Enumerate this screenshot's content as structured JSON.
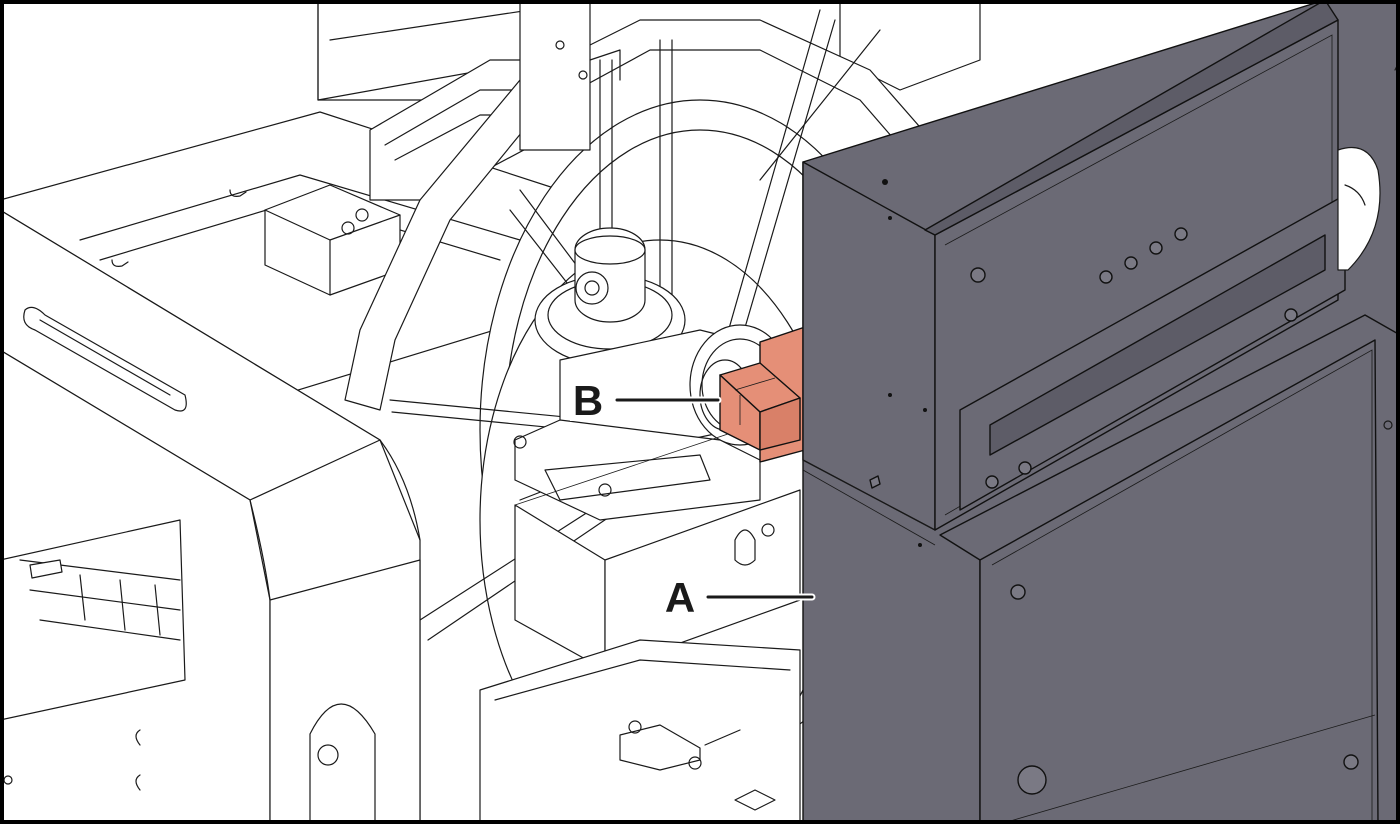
{
  "figure": {
    "colors": {
      "cabinet_fill": "#6b6a75",
      "cabinet_dark": "#5d5c67",
      "highlight_fill": "#e58f77",
      "line": "#1a1a1a",
      "frame": "#000000"
    },
    "callouts": [
      {
        "label": "A",
        "refers_to": "cabinet"
      },
      {
        "label": "B",
        "refers_to": "highlighted-component"
      }
    ]
  }
}
